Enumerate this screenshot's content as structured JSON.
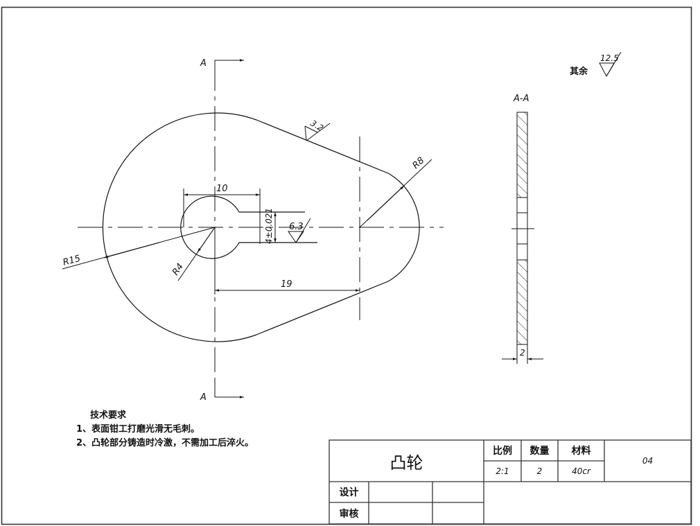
{
  "drawing": {
    "section_marker": "A",
    "section_view_label": "A-A",
    "other_surfaces_label": "其余",
    "other_surfaces_roughness": "12.5",
    "roughness_outer_edge": "3.2",
    "roughness_keyway": "6.3",
    "dimensions": {
      "keyhole_width": "10",
      "keyway_height": "4±0.021",
      "center_distance": "19",
      "radius_large": "R15",
      "radius_small": "R8",
      "radius_hole": "R4",
      "thickness": "2"
    }
  },
  "notes": {
    "title": "技术要求",
    "items": [
      "1、表面钳工打磨光滑无毛刺。",
      "2、凸轮部分铸造时冷激，不需加工后淬火。"
    ]
  },
  "title_block": {
    "part_name": "凸轮",
    "headers": [
      "比例",
      "数量",
      "材料"
    ],
    "values": [
      "2:1",
      "2",
      "40cr"
    ],
    "drawing_no": "04",
    "design_label": "设计",
    "review_label": "审核"
  }
}
